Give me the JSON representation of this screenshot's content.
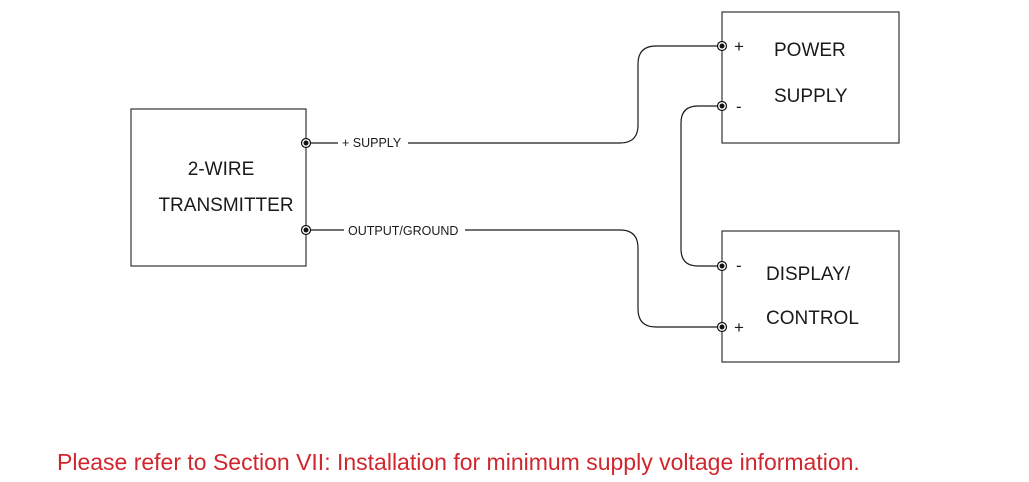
{
  "transmitter": {
    "line1": "2-WIRE",
    "line2": "TRANSMITTER"
  },
  "power_supply": {
    "line1": "POWER",
    "line2": "SUPPLY",
    "plus": "+",
    "minus": "-"
  },
  "display_control": {
    "line1": "DISPLAY/",
    "line2": "CONTROL",
    "minus": "-",
    "plus": "+"
  },
  "wires": {
    "supply_label": "+ SUPPLY",
    "output_label": "OUTPUT/GROUND"
  },
  "note": {
    "text": "Please refer to Section VII: Installation for minimum supply voltage information.",
    "color": "#d0262d"
  }
}
